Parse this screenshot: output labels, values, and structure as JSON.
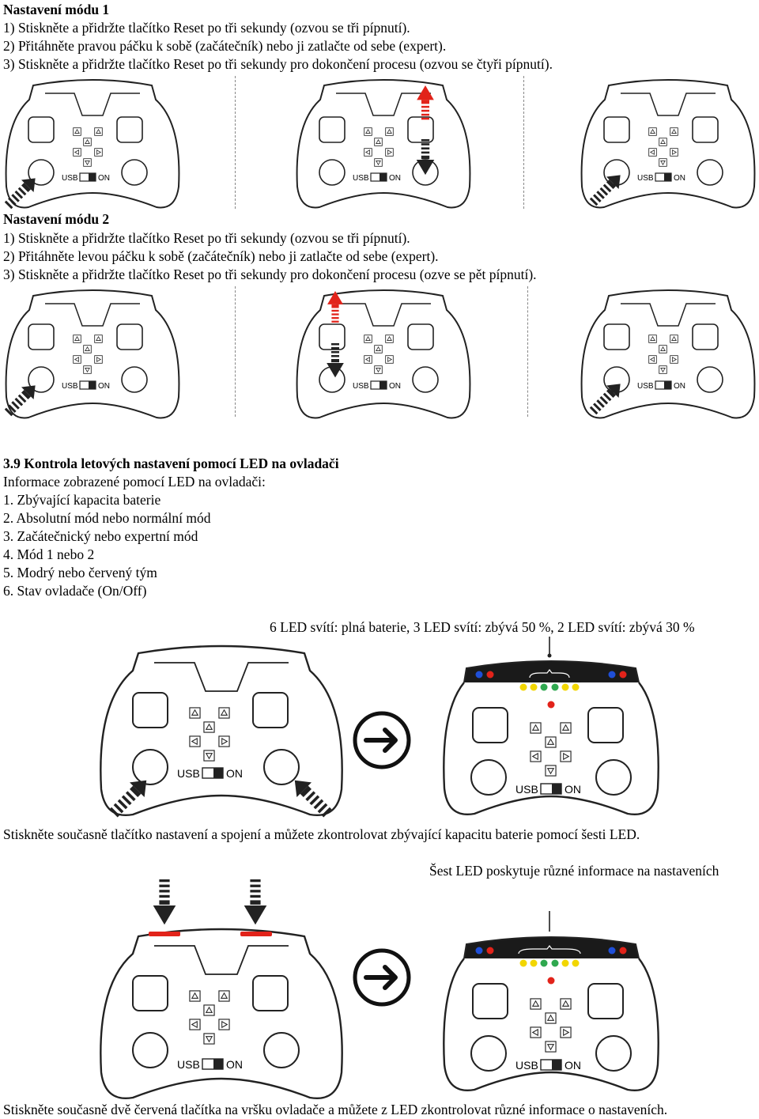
{
  "mode1": {
    "heading": "Nastavení módu 1",
    "steps": [
      "1) Stiskněte a přidržte tlačítko Reset po tři sekundy (ozvou se tři pípnutí).",
      "2) Přitáhněte pravou páčku k sobě (začátečník) nebo ji zatlačte od sebe (expert).",
      "3) Stiskněte a přidržte tlačítko Reset po tři sekundy pro dokončení procesu (ozvou se čtyři pípnutí)."
    ]
  },
  "mode2": {
    "heading": "Nastavení módu 2",
    "steps": [
      "1) Stiskněte a přidržte tlačítko Reset po tři sekundy (ozvou se tři pípnutí).",
      "2) Přitáhněte levou páčku k sobě (začátečník) nebo ji zatlačte od sebe (expert).",
      "3) Stiskněte a přidržte tlačítko Reset po tři sekundy pro dokončení procesu (ozve se pět pípnutí)."
    ]
  },
  "led_section": {
    "heading": "3.9 Kontrola letových nastavení pomocí LED na ovladači",
    "intro": "Informace zobrazené pomocí LED na ovladači:",
    "items": [
      "1. Zbývající kapacita baterie",
      "2. Absolutní mód nebo normální mód",
      "3. Začátečnický nebo expertní mód",
      "4. Mód 1 nebo 2",
      "5. Modrý nebo červený tým",
      "6. Stav ovladače (On/Off)"
    ],
    "battery_caption": "6 LED svítí: plná baterie, 3 LED svítí: zbývá 50 %, 2 LED svítí: zbývá 30 %",
    "battery_instruction": "Stiskněte současně tlačítko nastavení a spojení a můžete zkontrolovat zbývající kapacitu baterie pomocí šesti LED.",
    "settings_caption": "Šest LED poskytuje různé informace na nastaveních",
    "settings_instruction": "Stiskněte současně dvě červená tlačítka na vršku ovladače a můžete z LED zkontrolovat různé informace o nastaveních."
  },
  "controller": {
    "usb_label": "USB",
    "on_label": "ON"
  },
  "colors": {
    "arrow_red": "#e2231a",
    "led_blue": "#1f4fd8",
    "led_red": "#e2231a",
    "led_yellow": "#f2d600",
    "led_green": "#2fa84f",
    "led_panel": "#1a1a1a"
  }
}
